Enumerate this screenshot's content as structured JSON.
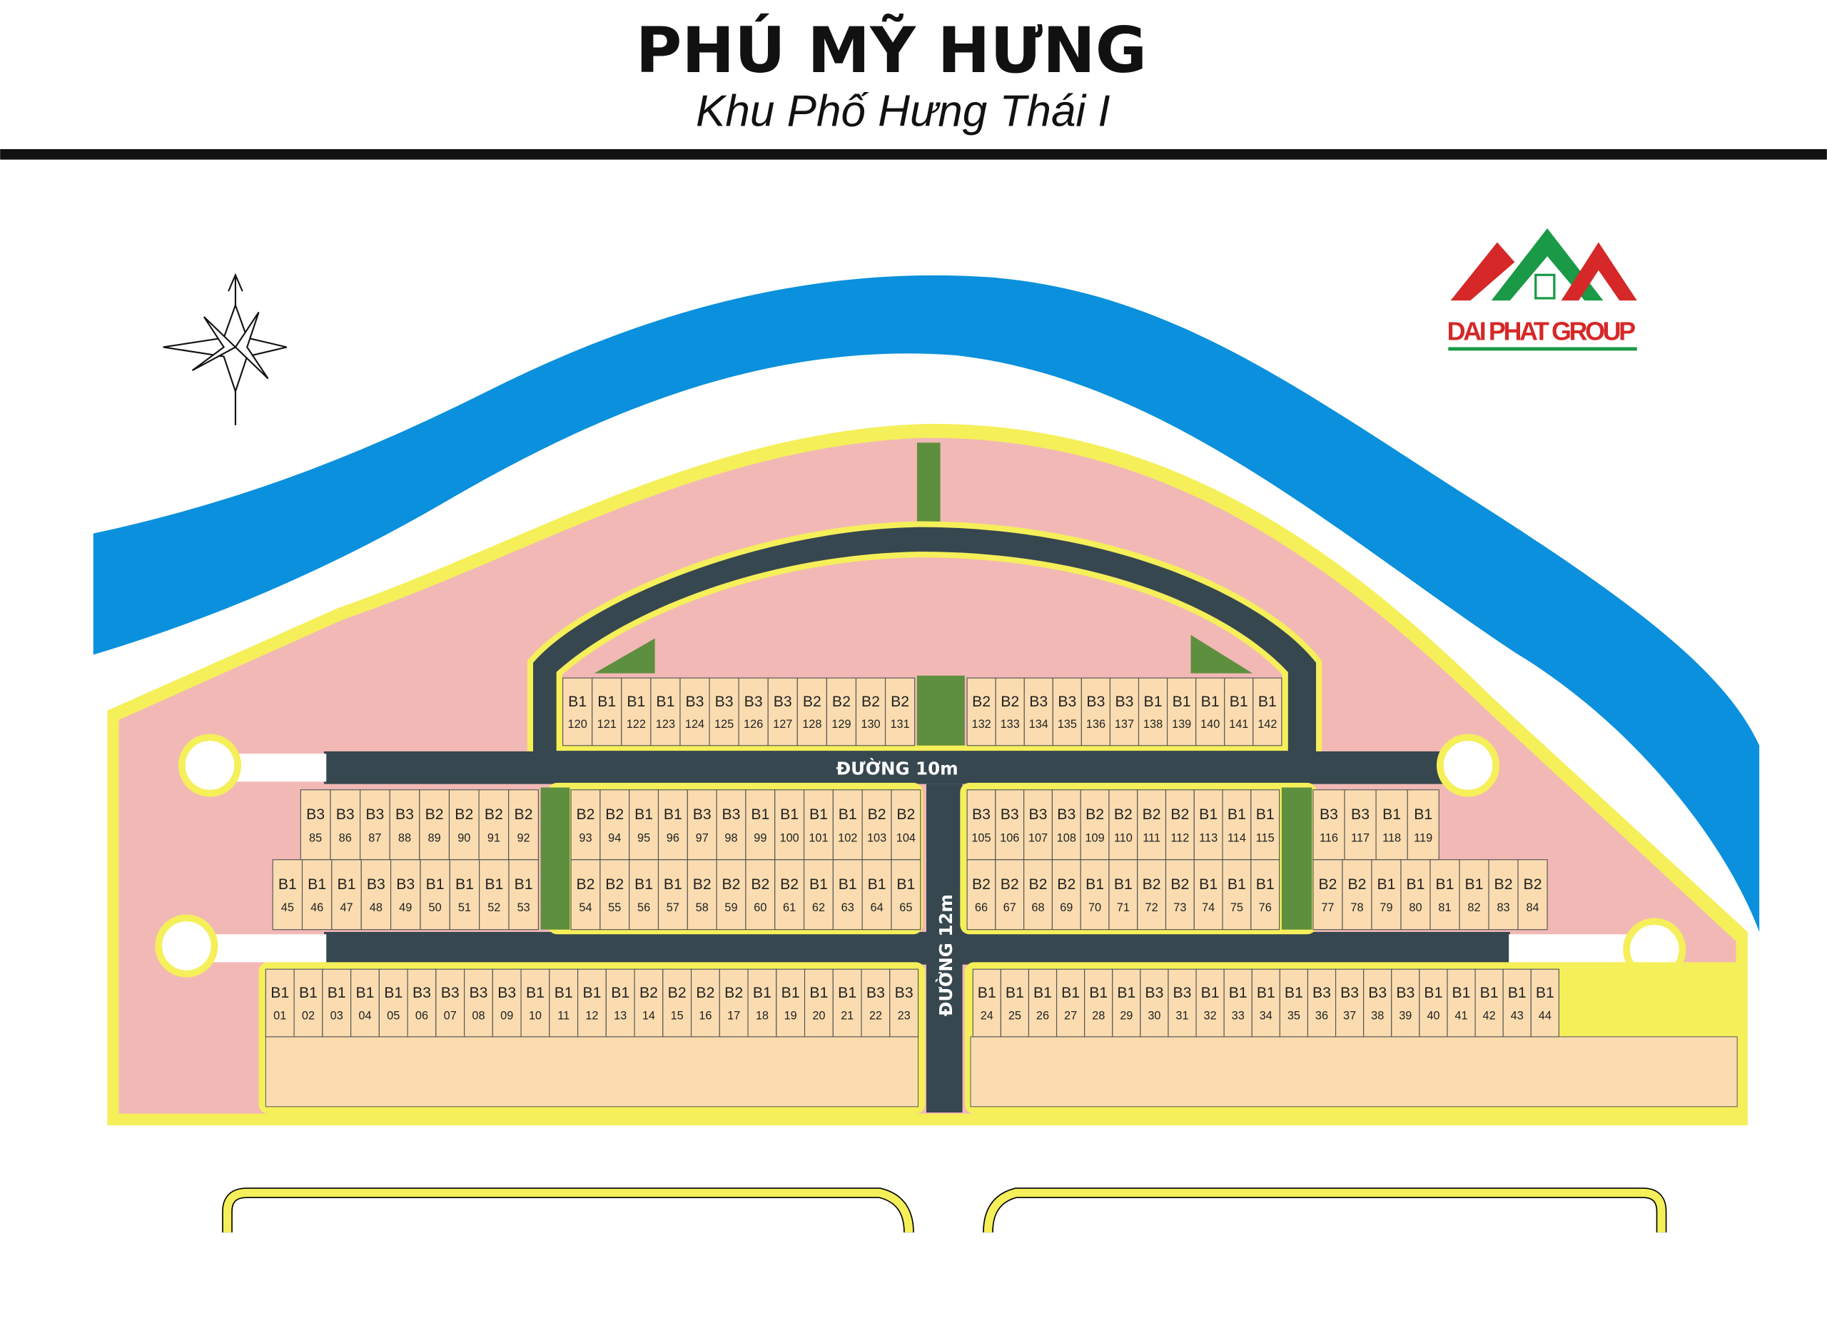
{
  "header": {
    "title": "PHÚ MỸ HƯNG",
    "subtitle": "Khu Phố Hưng Thái I"
  },
  "logo": {
    "text": "DAI PHAT GROUP"
  },
  "roads": {
    "road_10m": "ĐƯỜNG 10m",
    "road_12m": "ĐƯỜNG 12m"
  },
  "colors": {
    "river": "#0a90dc",
    "road": "#37474f",
    "border": "#f5ef5a",
    "lot": "#fadcb0",
    "open_land": "#f2b8b5",
    "park": "#5e8f3e"
  },
  "icons": {
    "compass": "north-arrow-compass-icon"
  },
  "rows": {
    "arc_left": [
      [
        "B1",
        "120"
      ],
      [
        "B1",
        "121"
      ],
      [
        "B1",
        "122"
      ],
      [
        "B1",
        "123"
      ],
      [
        "B3",
        "124"
      ],
      [
        "B3",
        "125"
      ],
      [
        "B3",
        "126"
      ],
      [
        "B3",
        "127"
      ],
      [
        "B2",
        "128"
      ],
      [
        "B2",
        "129"
      ],
      [
        "B2",
        "130"
      ],
      [
        "B2",
        "131"
      ]
    ],
    "arc_right": [
      [
        "B2",
        "132"
      ],
      [
        "B2",
        "133"
      ],
      [
        "B3",
        "134"
      ],
      [
        "B3",
        "135"
      ],
      [
        "B3",
        "136"
      ],
      [
        "B3",
        "137"
      ],
      [
        "B1",
        "138"
      ],
      [
        "B1",
        "139"
      ],
      [
        "B1",
        "140"
      ],
      [
        "B1",
        "141"
      ],
      [
        "B1",
        "142"
      ]
    ],
    "mid_a1": [
      [
        "B3",
        "85"
      ],
      [
        "B3",
        "86"
      ],
      [
        "B3",
        "87"
      ],
      [
        "B3",
        "88"
      ],
      [
        "B2",
        "89"
      ],
      [
        "B2",
        "90"
      ],
      [
        "B2",
        "91"
      ],
      [
        "B2",
        "92"
      ]
    ],
    "mid_a2": [
      [
        "B2",
        "93"
      ],
      [
        "B2",
        "94"
      ],
      [
        "B1",
        "95"
      ],
      [
        "B1",
        "96"
      ],
      [
        "B3",
        "97"
      ],
      [
        "B3",
        "98"
      ],
      [
        "B1",
        "99"
      ],
      [
        "B1",
        "100"
      ],
      [
        "B1",
        "101"
      ],
      [
        "B1",
        "102"
      ],
      [
        "B2",
        "103"
      ],
      [
        "B2",
        "104"
      ]
    ],
    "mid_a3": [
      [
        "B3",
        "105"
      ],
      [
        "B3",
        "106"
      ],
      [
        "B3",
        "107"
      ],
      [
        "B3",
        "108"
      ],
      [
        "B2",
        "109"
      ],
      [
        "B2",
        "110"
      ],
      [
        "B2",
        "111"
      ],
      [
        "B2",
        "112"
      ],
      [
        "B1",
        "113"
      ],
      [
        "B1",
        "114"
      ],
      [
        "B1",
        "115"
      ]
    ],
    "mid_a4": [
      [
        "B3",
        "116"
      ],
      [
        "B3",
        "117"
      ],
      [
        "B1",
        "118"
      ],
      [
        "B1",
        "119"
      ]
    ],
    "mid_b1": [
      [
        "B1",
        "45"
      ],
      [
        "B1",
        "46"
      ],
      [
        "B1",
        "47"
      ],
      [
        "B3",
        "48"
      ],
      [
        "B3",
        "49"
      ],
      [
        "B1",
        "50"
      ],
      [
        "B1",
        "51"
      ],
      [
        "B1",
        "52"
      ],
      [
        "B1",
        "53"
      ]
    ],
    "mid_b2": [
      [
        "B2",
        "54"
      ],
      [
        "B2",
        "55"
      ],
      [
        "B1",
        "56"
      ],
      [
        "B1",
        "57"
      ],
      [
        "B2",
        "58"
      ],
      [
        "B2",
        "59"
      ],
      [
        "B2",
        "60"
      ],
      [
        "B2",
        "61"
      ],
      [
        "B1",
        "62"
      ],
      [
        "B1",
        "63"
      ],
      [
        "B1",
        "64"
      ],
      [
        "B1",
        "65"
      ]
    ],
    "mid_b3": [
      [
        "B2",
        "66"
      ],
      [
        "B2",
        "67"
      ],
      [
        "B2",
        "68"
      ],
      [
        "B2",
        "69"
      ],
      [
        "B1",
        "70"
      ],
      [
        "B1",
        "71"
      ],
      [
        "B2",
        "72"
      ],
      [
        "B2",
        "73"
      ],
      [
        "B1",
        "74"
      ],
      [
        "B1",
        "75"
      ],
      [
        "B1",
        "76"
      ]
    ],
    "mid_b4": [
      [
        "B2",
        "77"
      ],
      [
        "B2",
        "78"
      ],
      [
        "B1",
        "79"
      ],
      [
        "B1",
        "80"
      ],
      [
        "B1",
        "81"
      ],
      [
        "B1",
        "82"
      ],
      [
        "B2",
        "83"
      ],
      [
        "B2",
        "84"
      ]
    ],
    "low_1": [
      [
        "B1",
        "01"
      ],
      [
        "B1",
        "02"
      ],
      [
        "B1",
        "03"
      ],
      [
        "B1",
        "04"
      ],
      [
        "B1",
        "05"
      ],
      [
        "B3",
        "06"
      ],
      [
        "B3",
        "07"
      ],
      [
        "B3",
        "08"
      ],
      [
        "B3",
        "09"
      ],
      [
        "B1",
        "10"
      ],
      [
        "B1",
        "11"
      ],
      [
        "B1",
        "12"
      ],
      [
        "B1",
        "13"
      ],
      [
        "B2",
        "14"
      ],
      [
        "B2",
        "15"
      ],
      [
        "B2",
        "16"
      ],
      [
        "B2",
        "17"
      ],
      [
        "B1",
        "18"
      ],
      [
        "B1",
        "19"
      ],
      [
        "B1",
        "20"
      ],
      [
        "B1",
        "21"
      ],
      [
        "B3",
        "22"
      ],
      [
        "B3",
        "23"
      ]
    ],
    "low_2": [
      [
        "B1",
        "24"
      ],
      [
        "B1",
        "25"
      ],
      [
        "B1",
        "26"
      ],
      [
        "B1",
        "27"
      ],
      [
        "B1",
        "28"
      ],
      [
        "B1",
        "29"
      ],
      [
        "B3",
        "30"
      ],
      [
        "B3",
        "31"
      ],
      [
        "B1",
        "32"
      ],
      [
        "B1",
        "33"
      ],
      [
        "B1",
        "34"
      ],
      [
        "B1",
        "35"
      ],
      [
        "B3",
        "36"
      ],
      [
        "B3",
        "37"
      ],
      [
        "B3",
        "38"
      ],
      [
        "B3",
        "39"
      ],
      [
        "B1",
        "40"
      ],
      [
        "B1",
        "41"
      ],
      [
        "B1",
        "42"
      ],
      [
        "B1",
        "43"
      ],
      [
        "B1",
        "44"
      ]
    ]
  }
}
